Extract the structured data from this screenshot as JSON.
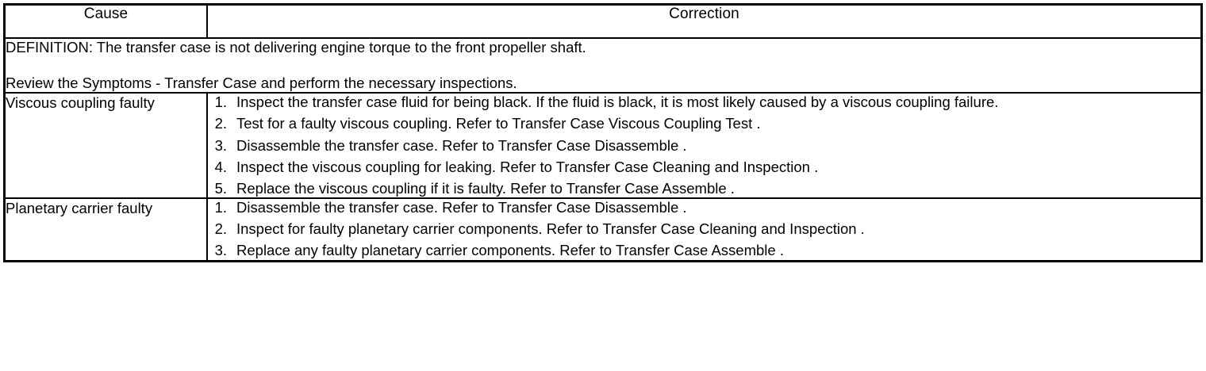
{
  "table": {
    "headers": {
      "cause": "Cause",
      "correction": "Correction"
    },
    "definition": {
      "line1": "DEFINITION: The transfer case is not delivering engine torque to the front propeller shaft.",
      "line2": "Review the Symptoms - Transfer Case and perform the necessary inspections."
    },
    "rows": [
      {
        "cause": "Viscous coupling faulty",
        "steps": [
          {
            "num": "1.",
            "text": "Inspect the transfer case fluid for being black. If the fluid is black, it is most likely caused by a viscous coupling failure."
          },
          {
            "num": "2.",
            "text": "Test for a faulty viscous coupling. Refer to Transfer Case Viscous Coupling Test ."
          },
          {
            "num": "3.",
            "text": "Disassemble the transfer case. Refer to Transfer Case Disassemble ."
          },
          {
            "num": "4.",
            "text": "Inspect the viscous coupling for leaking. Refer to Transfer Case Cleaning and Inspection ."
          },
          {
            "num": "5.",
            "text": "Replace the viscous coupling if it is faulty. Refer to Transfer Case Assemble ."
          }
        ]
      },
      {
        "cause": "Planetary carrier faulty",
        "steps": [
          {
            "num": "1.",
            "text": "Disassemble the transfer case. Refer to Transfer Case Disassemble ."
          },
          {
            "num": "2.",
            "text": "Inspect for faulty planetary carrier components. Refer to Transfer Case Cleaning and Inspection ."
          },
          {
            "num": "3.",
            "text": "Replace any faulty planetary carrier components. Refer to Transfer Case Assemble ."
          }
        ]
      }
    ]
  }
}
